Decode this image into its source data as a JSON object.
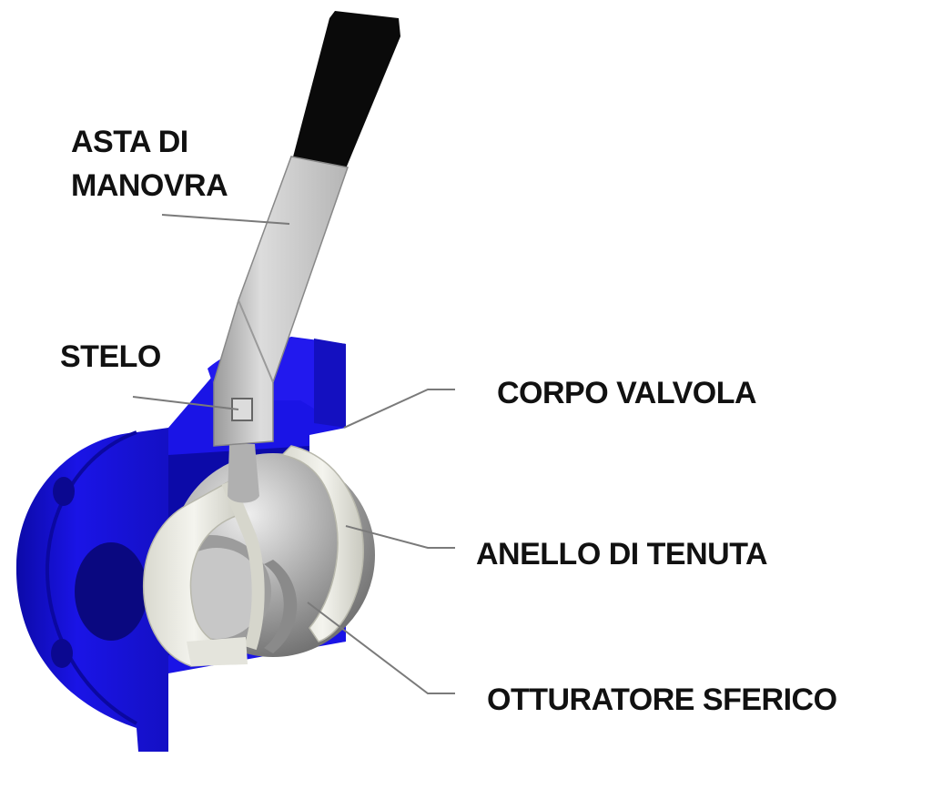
{
  "labels": {
    "asta_line1": "ASTA DI",
    "asta_line2": "MANOVRA",
    "stelo": "STELO",
    "corpo": "CORPO VALVOLA",
    "anello": "ANELLO DI TENUTA",
    "otturatore": "OTTURATORE SFERICO"
  },
  "colors": {
    "body_blue": "#1a14e6",
    "body_blue_dark": "#0c0aa8",
    "handle_black": "#0a0a0a",
    "lever_grey": "#c9c9c9",
    "ball_grey": "#a9a9a9",
    "seal_ring": "#ecece4",
    "leader_line": "#7a7a7a"
  }
}
